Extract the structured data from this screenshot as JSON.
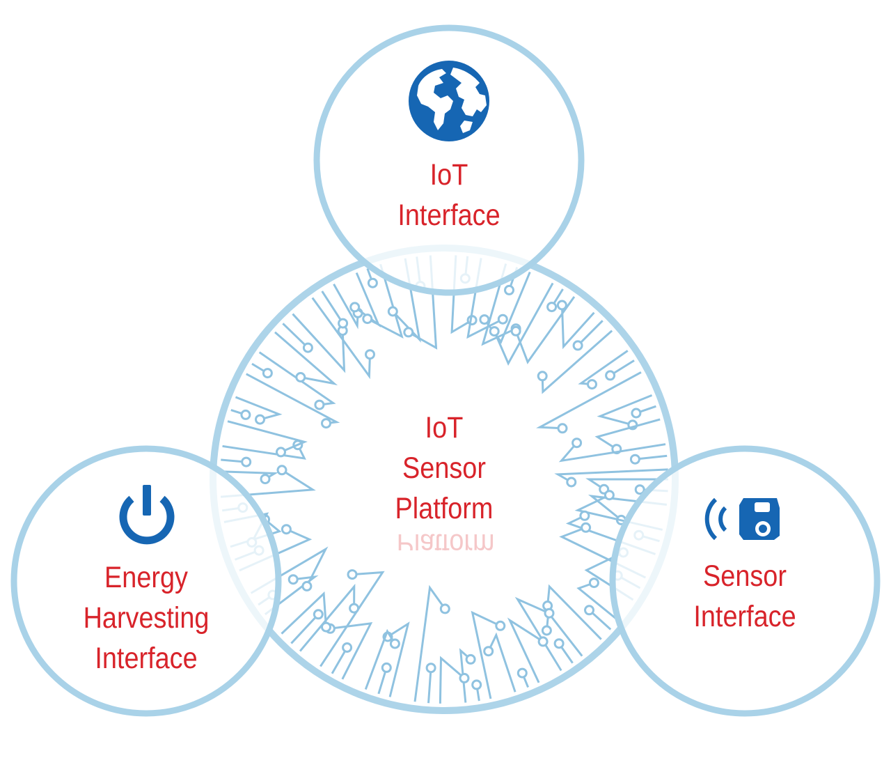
{
  "colors": {
    "ring": "#a9d2e8",
    "ring_fill": "#ffffff",
    "circuit": "#8fc2e0",
    "icon": "#1666b3",
    "label": "#d8232a"
  },
  "center": {
    "line1": "IoT",
    "line2": "Sensor",
    "line3": "Platform"
  },
  "top_node": {
    "icon": "globe-icon",
    "line1": "IoT",
    "line2": "Interface"
  },
  "left_node": {
    "icon": "power-icon",
    "line1": "Energy",
    "line2": "Harvesting",
    "line3": "Interface"
  },
  "right_node": {
    "icon": "car-signal-icon",
    "line1": "Sensor",
    "line2": "Interface"
  }
}
